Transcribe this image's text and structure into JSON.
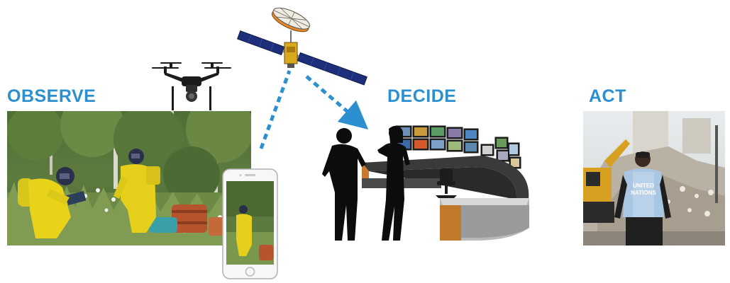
{
  "labels": {
    "observe": "OBSERVE",
    "decide": "DECIDE",
    "act": "ACT"
  },
  "vest_text": {
    "line1": "UNITED",
    "line2": "NATIONS"
  },
  "colors": {
    "label_blue": "#2b8fd0",
    "arrow_blue": "#2b8fd0",
    "suit_yellow": "#e8d21a",
    "vest_blue": "#a9c6e2",
    "silhouette": "#0c0c0c",
    "foliage_dark": "#3b5a2a",
    "foliage_light": "#6e8c44"
  },
  "icons": {
    "drone": "quadcopter-drone-icon",
    "satellite": "satellite-icon",
    "phone": "smartphone-icon"
  }
}
